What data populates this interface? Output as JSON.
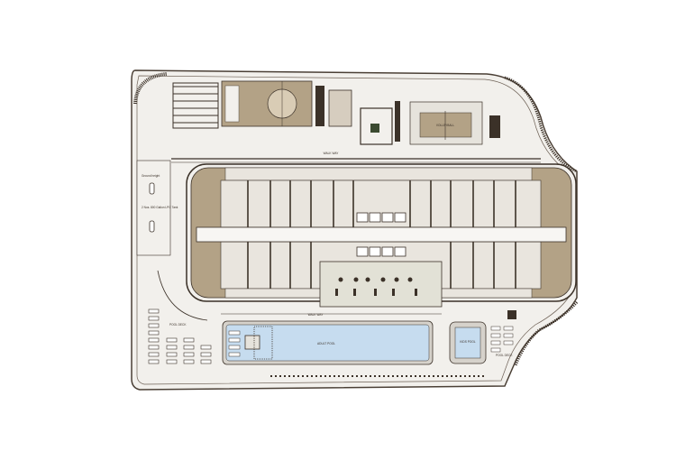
{
  "plan": {
    "labels": {
      "walkway_top": "WALK WAY",
      "walkway_bottom": "WALK WAY",
      "pool_deck_left": "POOL DECK",
      "pool_deck_right": "POOL DECK",
      "adult_pool": "ADULT POOL",
      "kids_pool": "KIDS POOL",
      "volleyball": "VOLLEYBALL",
      "ground_height": "Ground height",
      "lpg_tank": "2 Nos. 800 Gallon LPG Tank"
    },
    "colors": {
      "site": "#f2f0ec",
      "outline": "#4a3f35",
      "building_tan": "#b3a286",
      "room": "#e9e5de",
      "pool": "#c6dcef",
      "dark": "#3b3128"
    }
  }
}
